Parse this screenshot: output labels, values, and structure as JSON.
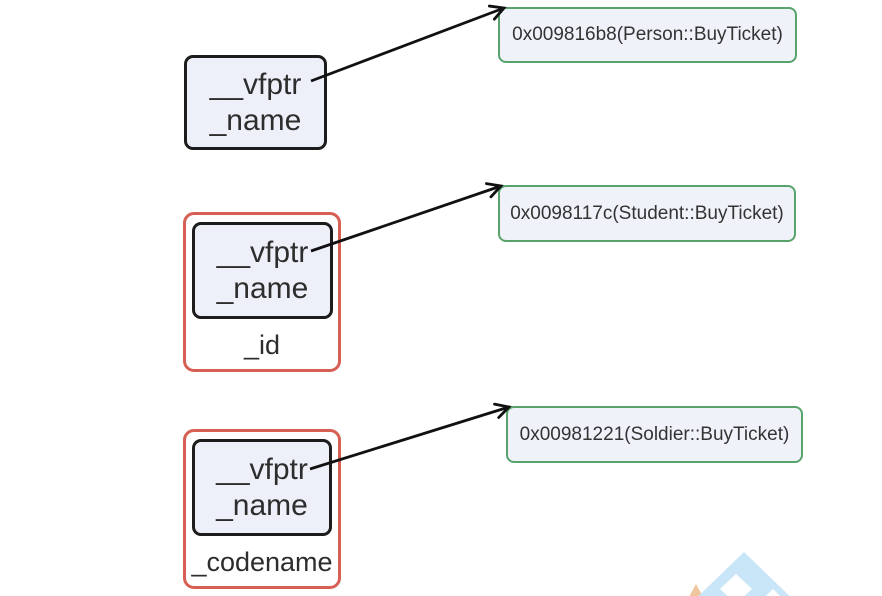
{
  "groups": [
    {
      "fields": [
        "__vfptr",
        "_name"
      ],
      "vtable_entry": "0x009816b8(Person::BuyTicket)"
    },
    {
      "fields": [
        "__vfptr",
        "_name"
      ],
      "member_label": "_id",
      "vtable_entry": "0x0098117c(Student::BuyTicket)"
    },
    {
      "fields": [
        "__vfptr",
        "_name"
      ],
      "member_label": "_codename",
      "vtable_entry": "0x00981221(Soldier::BuyTicket)"
    }
  ],
  "icons": {
    "watermark": "triangle-diamond-watermark"
  },
  "colors": {
    "member_box_fill": "#edf0f8",
    "member_box_border": "#1c1c1c",
    "object_box_border": "#d75f53",
    "vtable_box_border": "#58a36c",
    "vtable_box_fill": "#eff2f9",
    "arrow": "#111111",
    "text": "#2d2d2d",
    "watermark_blue": "#c9e6f8",
    "watermark_orange": "#f0c69e"
  }
}
